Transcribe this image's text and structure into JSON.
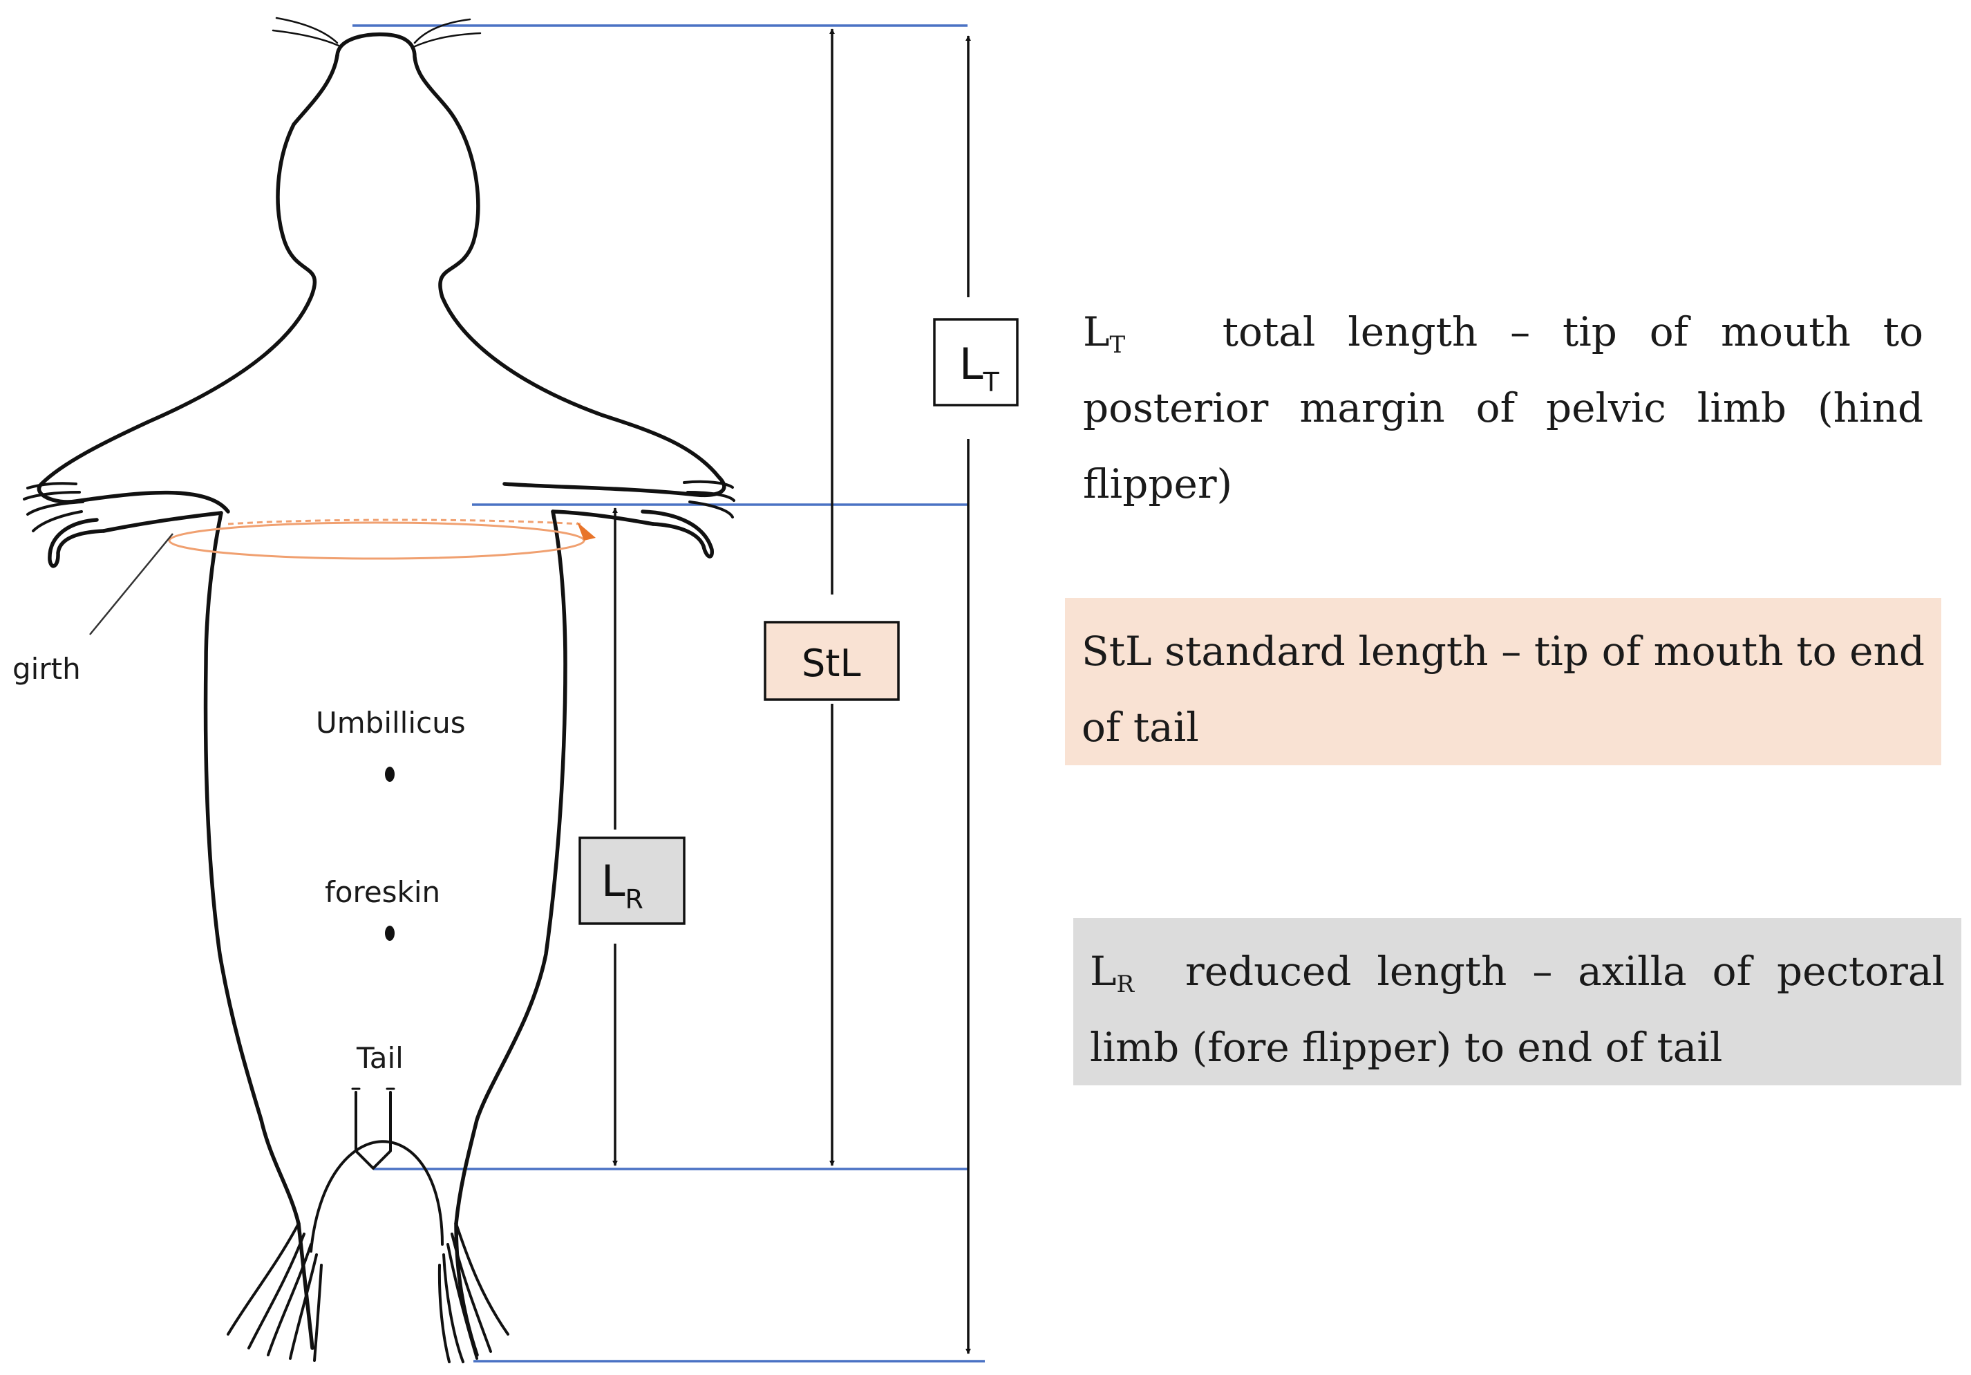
{
  "labels": {
    "girth": "girth",
    "umbilicus": "Umbillicus",
    "foreskin": "foreskin",
    "tail": "Tail"
  },
  "boxes": {
    "lt": {
      "main": "L",
      "sub": "T"
    },
    "stl": "StL",
    "lr": {
      "main": "L",
      "sub": "R"
    }
  },
  "legend": {
    "lt": {
      "symbol": "L",
      "sub": "T",
      "text": "total length – tip of mouth to posterior margin of pelvic limb (hind flipper)",
      "bg": "#ffffff"
    },
    "stl": {
      "text": "StL standard length – tip of mouth to end of tail",
      "bg": "#f9e2d3"
    },
    "lr": {
      "symbol": "L",
      "sub": "R",
      "text": "reduced length – axilla of pectoral limb (fore flipper) to end of tail",
      "bg": "#dcdcdc"
    }
  },
  "colors": {
    "reference_line": "#4a72c4",
    "girth_loop": "#f0a070",
    "girth_arrow": "#e8742a",
    "outline": "#111111",
    "stl_box": "#f9e2d3",
    "lr_box": "#dcdcdc"
  }
}
